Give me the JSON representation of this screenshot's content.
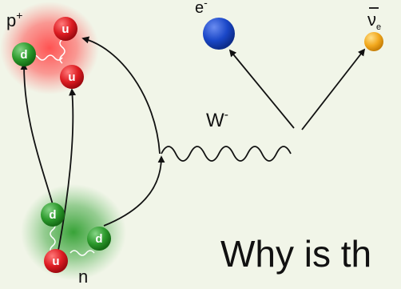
{
  "labels": {
    "proton": "p",
    "proton_charge": "+",
    "neutron": "n",
    "electron": "e",
    "electron_charge": "-",
    "boson": "W",
    "boson_charge": "-",
    "antineutrino": "ν",
    "antineutrino_sub": "e"
  },
  "quarks": {
    "proton_top": "u",
    "proton_left": "d",
    "proton_bottom": "u",
    "neutron_top": "d",
    "neutron_right": "d",
    "neutron_bottom": "u"
  },
  "caption": "Why is th",
  "colors": {
    "background": "#f1f5e8",
    "up_quark": "#dd1c22",
    "down_quark": "#2c9a2c",
    "electron": "#1a47c8",
    "antineutrino": "#f2a81d",
    "proton_glow": "#ff4a4a",
    "neutron_glow": "#2e9e2e"
  }
}
